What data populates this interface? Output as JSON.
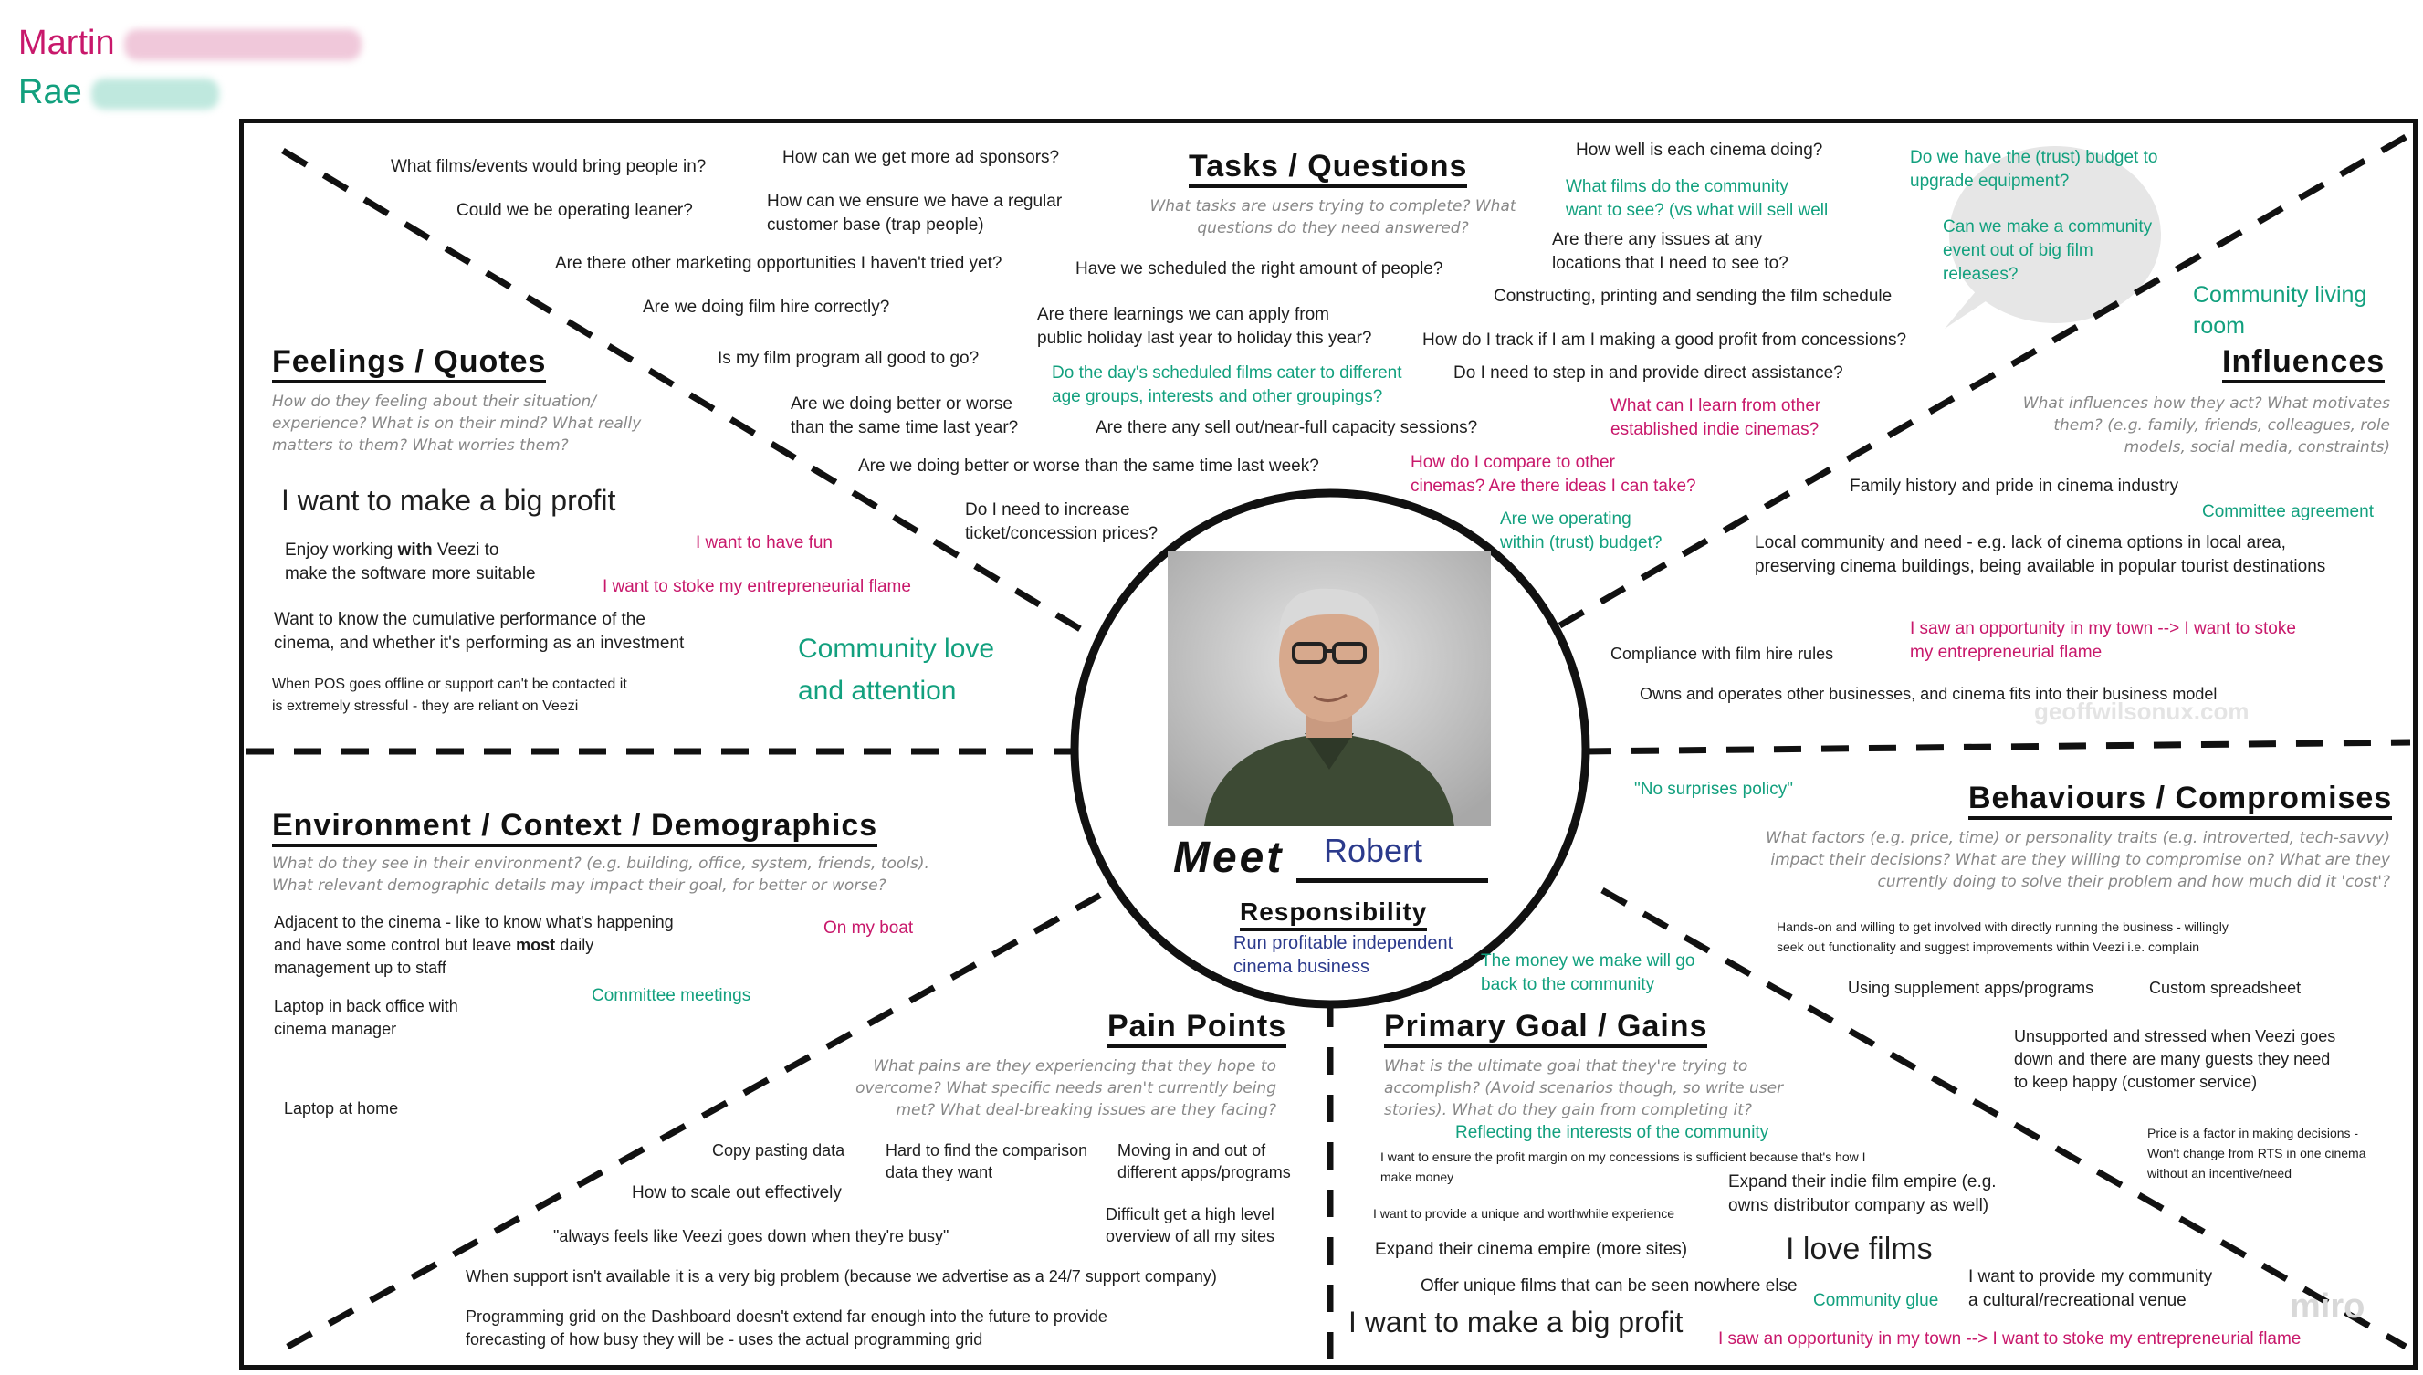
{
  "legend": {
    "martin": {
      "name": "Martin",
      "color": "#c8186b"
    },
    "rae": {
      "name": "Rae",
      "color": "#12a07e"
    }
  },
  "center": {
    "meet_label": "Meet",
    "persona_name": "Robert",
    "responsibility_title": "Responsibility",
    "responsibility_text_1": "Run profitable independent",
    "responsibility_text_2": "cinema business"
  },
  "sections": {
    "tasks": {
      "title": "Tasks / Questions",
      "subtitle": "What tasks are users trying to complete? What questions do they need answered?",
      "items": [
        "What films/events would bring people in?",
        "Could we be operating leaner?",
        "Are there other marketing opportunities I haven't tried yet?",
        "Are we doing film hire correctly?",
        "Is my film program all good to go?",
        "Are we doing better or worse",
        "than the same time last year?",
        "Are we doing better or worse than the same time last week?",
        "How can we get more ad sponsors?",
        "How can we ensure we have a regular",
        "customer base (trap people)",
        "Have we scheduled the right amount of people?",
        "Are there learnings we can apply from",
        "public holiday last year to holiday this year?",
        "Do the day's scheduled films cater to different",
        "age groups, interests and other groupings?",
        "Are there any sell out/near-full capacity sessions?",
        "Do I need to increase",
        "ticket/concession prices?",
        "How well is each cinema doing?",
        "What films do the community",
        "want to see? (vs what will sell well",
        "Are there any issues at any",
        "locations that I need to see to?",
        "Constructing, printing and sending the film schedule",
        "How do I track if I am I making a good profit from concessions?",
        "Do I need to step in and provide direct assistance?",
        "What can I learn from other",
        "established indie cinemas?",
        "How do I compare to other",
        "cinemas? Are there ideas I can take?",
        "Are we operating",
        "within (trust) budget?"
      ]
    },
    "feelings": {
      "title": "Feelings / Quotes",
      "subtitle": "How do they feeling about their situation/ experience? What is on their mind? What really matters to them? What worries them?",
      "items": [
        "I want to make a big profit",
        "Enjoy working ",
        "with",
        " Veezi to",
        "make the software more suitable",
        "Want to know the cumulative performance of the",
        "cinema, and whether it's performing as an investment",
        "When POS goes offline or support can't be contacted it",
        "is extremely stressful - they are reliant on Veezi",
        "I want to have fun",
        "I want to stoke my entrepreneurial flame",
        "Community love",
        "and attention"
      ]
    },
    "influences": {
      "title": "Influences",
      "subtitle": "What influences how they act? What motivates them? (e.g. family, friends, colleagues, role models, social media, constraints)",
      "items": [
        "Do we have the (trust) budget to",
        "upgrade equipment?",
        "Can we make a community",
        "event out of big film",
        "releases?",
        "Community living",
        "room",
        "Family history and pride in cinema industry",
        "Committee agreement",
        "Local community and need - e.g. lack of cinema options in local area,",
        "preserving cinema buildings, being available in popular tourist destinations",
        "I saw an opportunity in my town --> I want to stoke",
        "my entrepreneurial flame",
        "Compliance with film hire rules",
        "Owns and operates other businesses, and cinema fits into their business model"
      ]
    },
    "environment": {
      "title": "Environment / Context / Demographics",
      "subtitle_1": "What do they see in their environment? (e.g. building, office, system, friends, tools).",
      "subtitle_2": "What relevant demographic details may impact their goal, for better or worse?",
      "items": [
        "Adjacent to the cinema - like to know what's happening",
        "and have some control but leave ",
        "most",
        " daily",
        "management up to staff",
        "Laptop in back office with",
        "cinema manager",
        "Laptop at home",
        "On my boat",
        "Committee meetings"
      ]
    },
    "behaviours": {
      "title": "Behaviours / Compromises",
      "subtitle": "What factors (e.g. price, time) or personality traits (e.g. introverted, tech-savvy) impact their decisions? What are they willing to compromise on? What are they currently doing to solve their problem and how much did it 'cost'?",
      "items": [
        "\"No surprises policy\"",
        "Hands-on and willing to get involved with directly running the business - willingly",
        "seek out functionality and suggest improvements within Veezi i.e. complain",
        "Using supplement apps/programs",
        "Custom spreadsheet",
        "Unsupported and stressed when Veezi goes",
        "down and there are many guests they need",
        "to keep happy (customer service)",
        "Price is a factor in making decisions -",
        "Won't change from RTS in one cinema",
        "without an incentive/need"
      ]
    },
    "pain": {
      "title": "Pain Points",
      "subtitle": "What pains are they experiencing that they hope to overcome? What specific needs aren't currently being met? What deal-breaking issues are they facing?",
      "items": [
        "Copy pasting data",
        "Hard to find the comparison",
        "data they want",
        "Moving in and out of",
        "different apps/programs",
        "How to scale out effectively",
        "Difficult get a high level",
        "overview of all my sites",
        "\"always feels like Veezi goes down when they're busy\"",
        "When support isn't available it is a very big problem (because we advertise as a 24/7 support company)",
        "Programming grid on the Dashboard doesn't extend far enough into the future to provide",
        "forecasting of how busy they will be - uses the actual programming grid"
      ]
    },
    "goal": {
      "title": "Primary Goal / Gains",
      "subtitle": "What is the ultimate goal that they're trying to accomplish? (Avoid scenarios though, so write user stories). What do they gain from completing it?",
      "items": [
        "The money we make will go",
        "back to the community",
        "Reflecting the interests of the community",
        "I want to ensure the profit margin on my concessions is sufficient because that's how I",
        "make money",
        "Expand their indie film empire (e.g.",
        "owns distributor company as well)",
        "I want to provide a unique and worthwhile experience",
        "Expand their cinema empire (more sites)",
        "I love films",
        "Offer unique films that can be seen nowhere else",
        "I want to provide my community",
        "a cultural/recreational venue",
        "Community glue",
        "I want to make a big profit",
        "I saw an opportunity in my town --> I want to stoke my entrepreneurial flame"
      ]
    }
  },
  "watermarks": {
    "site": "geoffwilsonux.com",
    "brand": "miro"
  }
}
